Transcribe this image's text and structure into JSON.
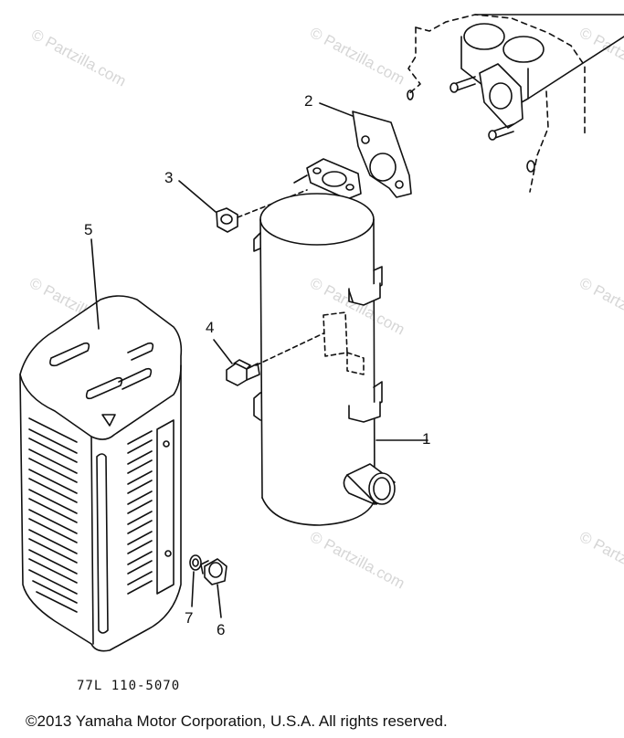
{
  "callouts": {
    "c1": "1",
    "c2": "2",
    "c3": "3",
    "c4": "4",
    "c5": "5",
    "c6": "6",
    "c7": "7"
  },
  "watermark_text": "© Partzilla.com",
  "diagram_code": "77L 110-5070",
  "copyright": "©2013 Yamaha Motor Corporation, U.S.A. All rights reserved.",
  "colors": {
    "ink": "#111111",
    "watermark": "#d6d6d6",
    "background": "#ffffff"
  }
}
